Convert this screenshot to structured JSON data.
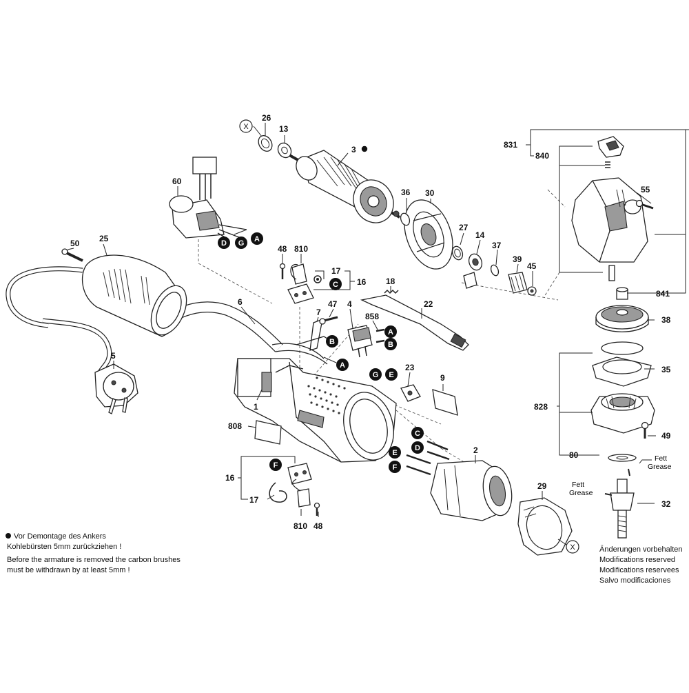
{
  "parts": {
    "p26": "26",
    "p13": "13",
    "p3": "3",
    "p30": "30",
    "p36": "36",
    "p27": "27",
    "p14": "14",
    "p37": "37",
    "p39": "39",
    "p45": "45",
    "p831": "831",
    "p840": "840",
    "p55": "55",
    "p841": "841",
    "p38": "38",
    "p35": "35",
    "p828": "828",
    "p49": "49",
    "p80": "80",
    "p32": "32",
    "p60": "60",
    "p25": "25",
    "p50": "50",
    "p6": "6",
    "p5": "5",
    "p48a": "48",
    "p810a": "810",
    "p17a": "17",
    "p16a": "16",
    "p18": "18",
    "p47": "47",
    "p4": "4",
    "p22": "22",
    "p7": "7",
    "p858": "858",
    "p23": "23",
    "p9": "9",
    "p1": "1",
    "p808": "808",
    "p2": "2",
    "p29": "29",
    "p16b": "16",
    "p17b": "17",
    "p810b": "810",
    "p48b": "48"
  },
  "markers": {
    "x": "X",
    "a": "A",
    "b": "B",
    "c": "C",
    "d": "D",
    "e": "E",
    "f": "F",
    "g": "G"
  },
  "grease": {
    "fett": "Fett",
    "grease": "Grease"
  },
  "notes": {
    "de_line1": "Vor Demontage des Ankers",
    "de_line2": "Kohlebürsten 5mm zurückziehen !",
    "en_line1": "Before the armature is removed the carbon brushes",
    "en_line2": "must be withdrawn by at least 5mm !",
    "mod_de": "Änderungen vorbehalten",
    "mod_en": "Modifications reserved",
    "mod_fr": "Modifications reservees",
    "mod_es": "Salvo modificaciones"
  },
  "colors": {
    "line": "#222222",
    "badge": "#111111",
    "shade": "#9a9a9a",
    "background": "#ffffff"
  }
}
